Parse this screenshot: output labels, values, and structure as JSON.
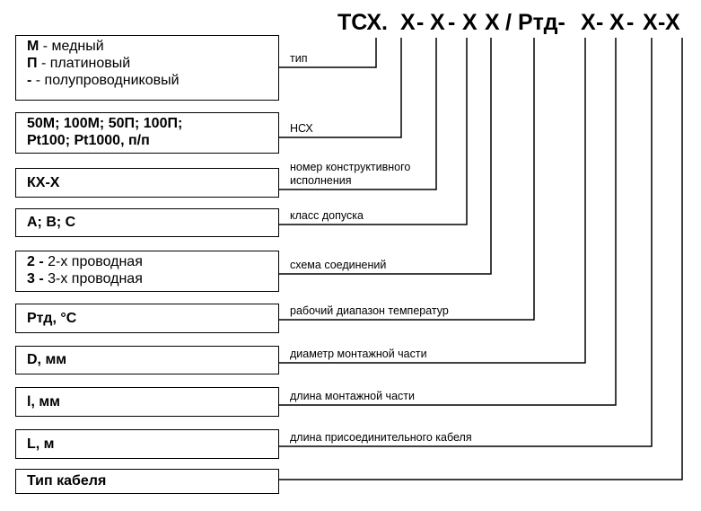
{
  "code": {
    "parts": [
      "ТСХ.",
      "Х",
      "-",
      "Х",
      "-",
      "Х",
      "Х",
      "/",
      "Ртд-",
      "Х",
      "-",
      "Х",
      "-",
      "Х",
      "-",
      "Х"
    ]
  },
  "rows": [
    {
      "box_lines": [
        {
          "bold": "М",
          "text": " - медный"
        },
        {
          "bold": "П",
          "text": " - платиновый"
        },
        {
          "bold": " -",
          "text": " - полупроводниковый"
        }
      ],
      "label": [
        "тип"
      ]
    },
    {
      "box_lines": [
        {
          "bold": "50М; 100М; 50П; 100П;",
          "text": ""
        },
        {
          "bold": "Pt100; Pt1000, п/п",
          "text": ""
        }
      ],
      "label": [
        "НСХ"
      ]
    },
    {
      "box_lines": [
        {
          "bold": "КХ-Х",
          "text": ""
        }
      ],
      "label": [
        "номер конструктивного",
        "исполнения"
      ]
    },
    {
      "box_lines": [
        {
          "bold": "А; В; С",
          "text": ""
        }
      ],
      "label": [
        "класс допуска"
      ]
    },
    {
      "box_lines": [
        {
          "bold": "2 -",
          "text": " 2-х проводная"
        },
        {
          "bold": "3 -",
          "text": " 3-х проводная"
        }
      ],
      "label": [
        "схема соединений"
      ]
    },
    {
      "box_lines": [
        {
          "bold": "Ртд, °С",
          "text": ""
        }
      ],
      "label": [
        "рабочий диапазон температур"
      ]
    },
    {
      "box_lines": [
        {
          "bold": "D, мм",
          "text": ""
        }
      ],
      "label": [
        "диаметр монтажной части"
      ]
    },
    {
      "box_lines": [
        {
          "bold": "l, мм",
          "text": ""
        }
      ],
      "label": [
        "длина монтажной части"
      ]
    },
    {
      "box_lines": [
        {
          "bold": "L, м",
          "text": ""
        }
      ],
      "label": [
        "длина присоединительного кабеля"
      ]
    },
    {
      "box_lines": [
        {
          "bold": "Тип кабеля",
          "text": ""
        }
      ],
      "label": []
    }
  ]
}
